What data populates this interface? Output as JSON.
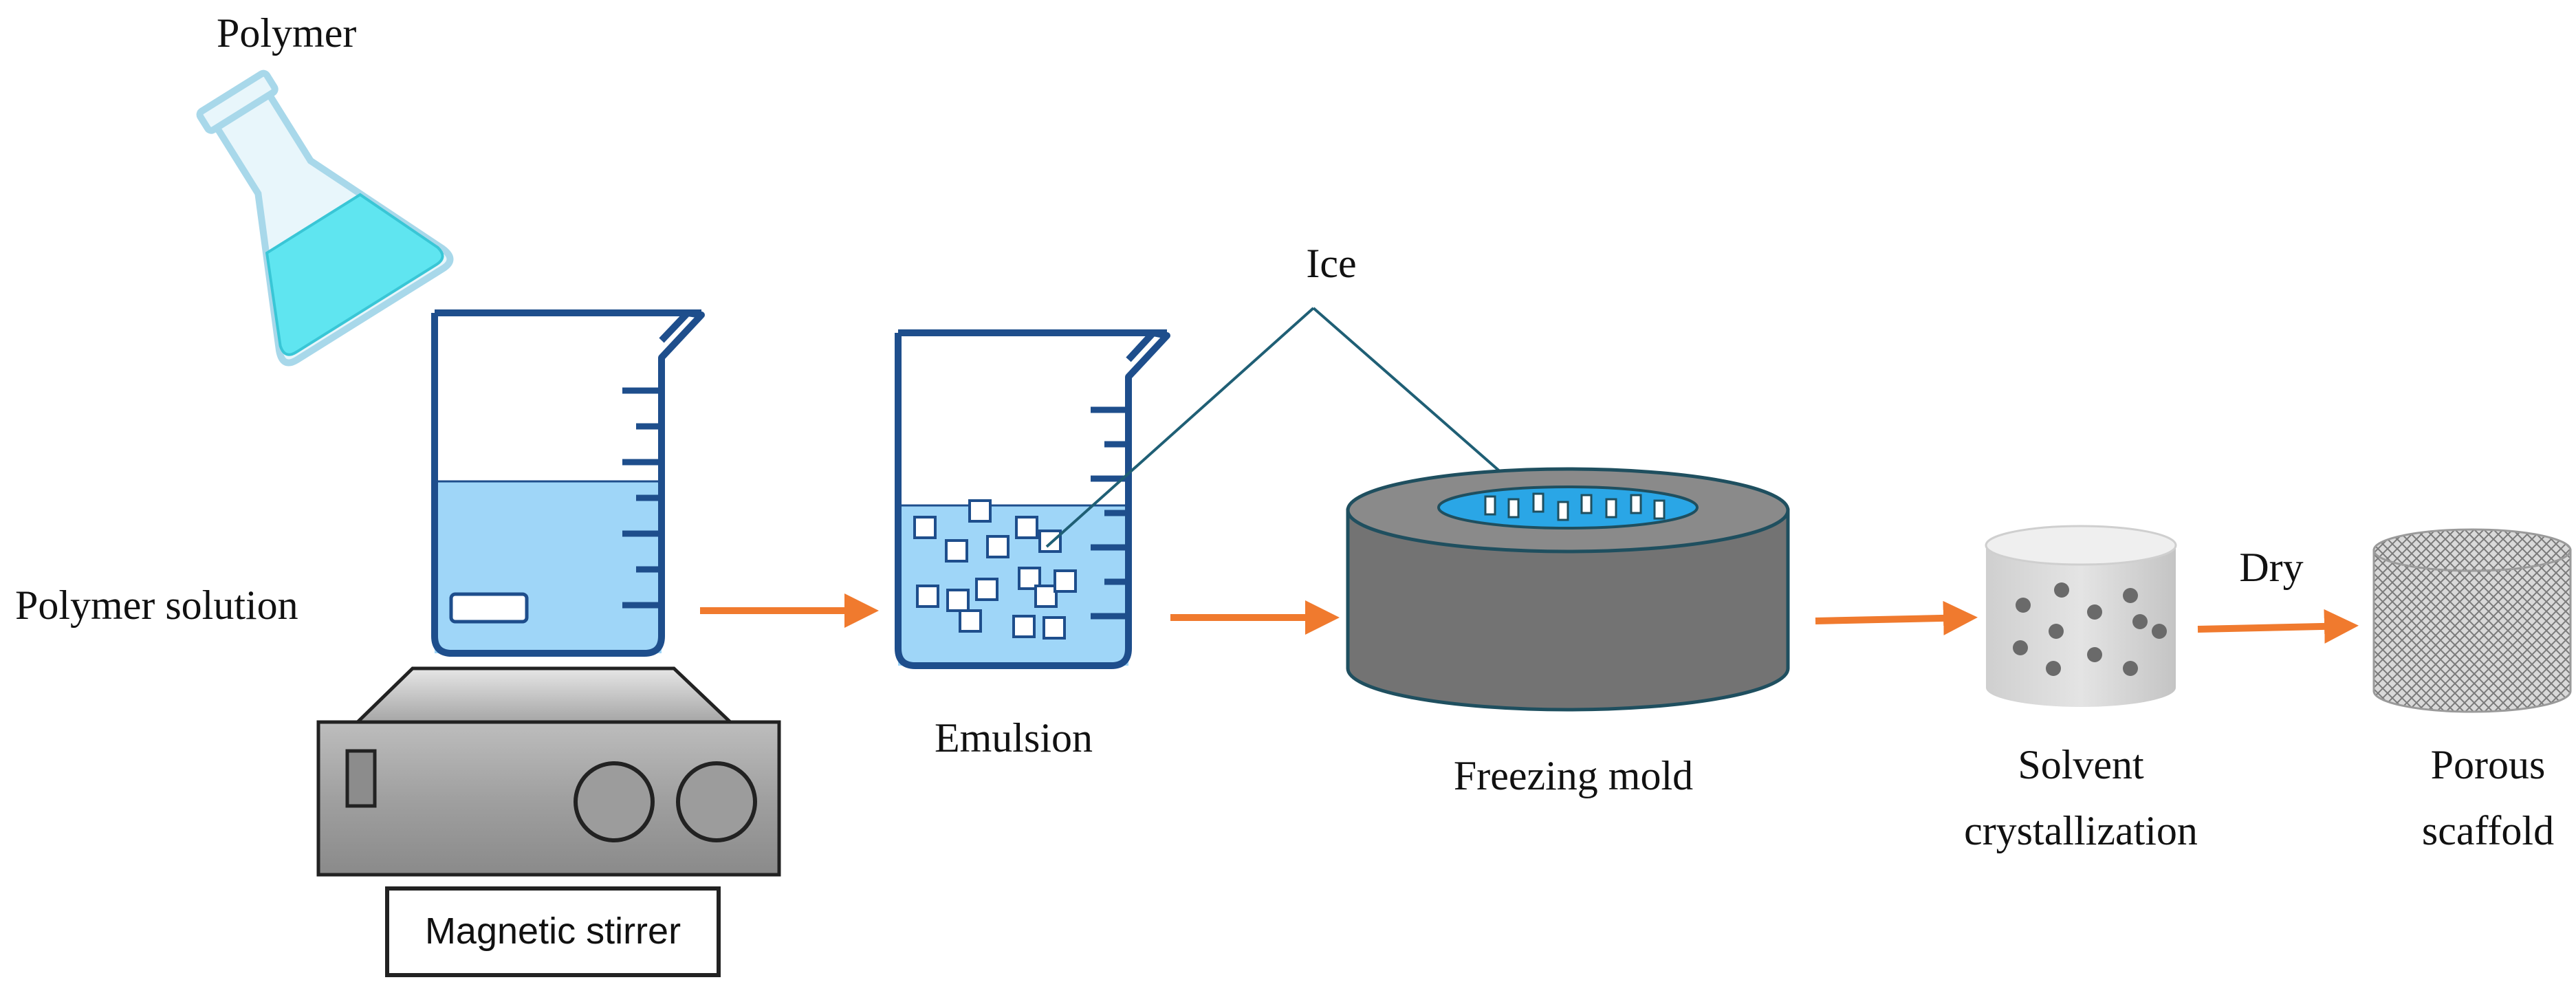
{
  "labels": {
    "polymer": "Polymer",
    "polymer_solution": "Polymer solution",
    "magnetic_stirrer": "Magnetic stirrer",
    "emulsion": "Emulsion",
    "ice": "Ice",
    "freezing_mold": "Freezing mold",
    "solvent_line1": "Solvent",
    "solvent_line2": "crystallization",
    "dry": "Dry",
    "scaffold_line1": "Porous",
    "scaffold_line2": "scaffold"
  },
  "colors": {
    "arrow": "#f07a2e",
    "beaker_outline": "#1e4e8c",
    "solution_fill": "#9fd6f8",
    "flask_liquid": "#5fe5f0",
    "mold_gray": "#737373",
    "mold_well": "#2aa6e6",
    "leader_line": "#1f5f75",
    "stirrer_gray": "#9a9a9a"
  }
}
